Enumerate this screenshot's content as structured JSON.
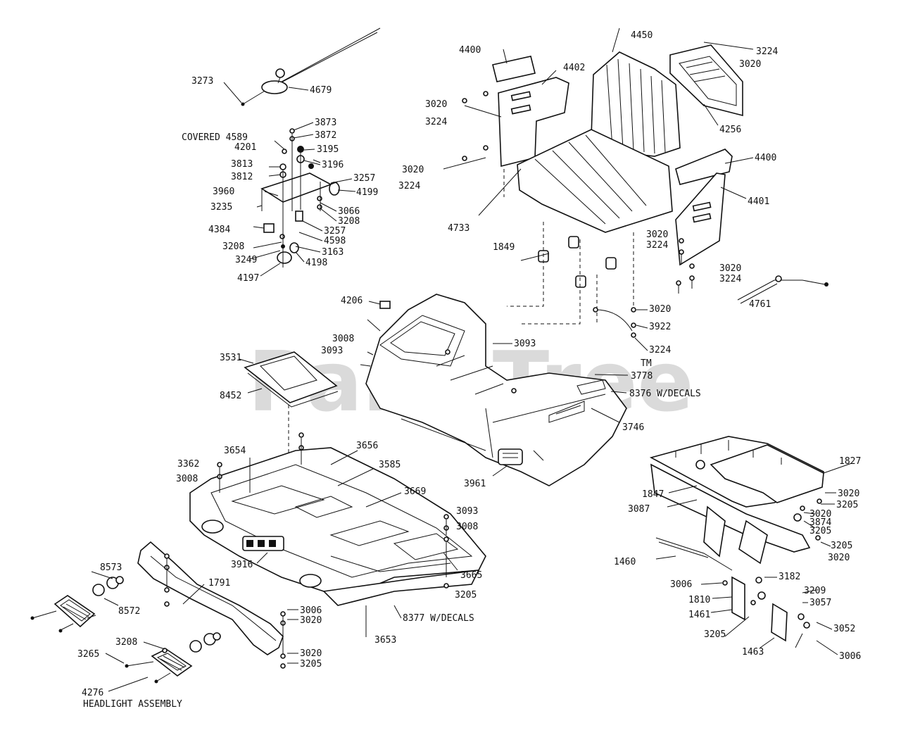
{
  "watermark": {
    "text": "PartsTree",
    "mark": "TM"
  },
  "labels": [
    "4400",
    "4450",
    "3224",
    "3020",
    "4402",
    "3273",
    "4679",
    "3020",
    "3224",
    "4256",
    "3873",
    "3872",
    "COVERED 4589",
    "4201",
    "3195",
    "3813",
    "3196",
    "3812",
    "3257",
    "4199",
    "3960",
    "3066",
    "3235",
    "3208",
    "4384",
    "3257",
    "4598",
    "3208",
    "3163",
    "3249",
    "4198",
    "4197",
    "3020",
    "3224",
    "4733",
    "4400",
    "4401",
    "3020",
    "3224",
    "1849",
    "3020",
    "3224",
    "4761",
    "4206",
    "3020",
    "3922",
    "3224",
    "3008",
    "3093",
    "3093",
    "3531",
    "3778",
    "8376 W/DECALS",
    "8452",
    "3746",
    "3362",
    "3654",
    "3656",
    "3585",
    "3008",
    "3669",
    "3961",
    "1827",
    "1847",
    "3020",
    "3087",
    "3205",
    "3020",
    "3874",
    "3205",
    "3093",
    "3008",
    "3205",
    "3020",
    "1460",
    "3006",
    "3665",
    "8573",
    "3916",
    "1791",
    "3182",
    "1810",
    "3209",
    "3057",
    "8572",
    "3205",
    "3006",
    "3020",
    "1461",
    "3052",
    "8377 W/DECALS",
    "3205",
    "3653",
    "3208",
    "1463",
    "3006",
    "3265",
    "3020",
    "3205",
    "4276",
    "HEADLIGHT ASSEMBLY"
  ]
}
